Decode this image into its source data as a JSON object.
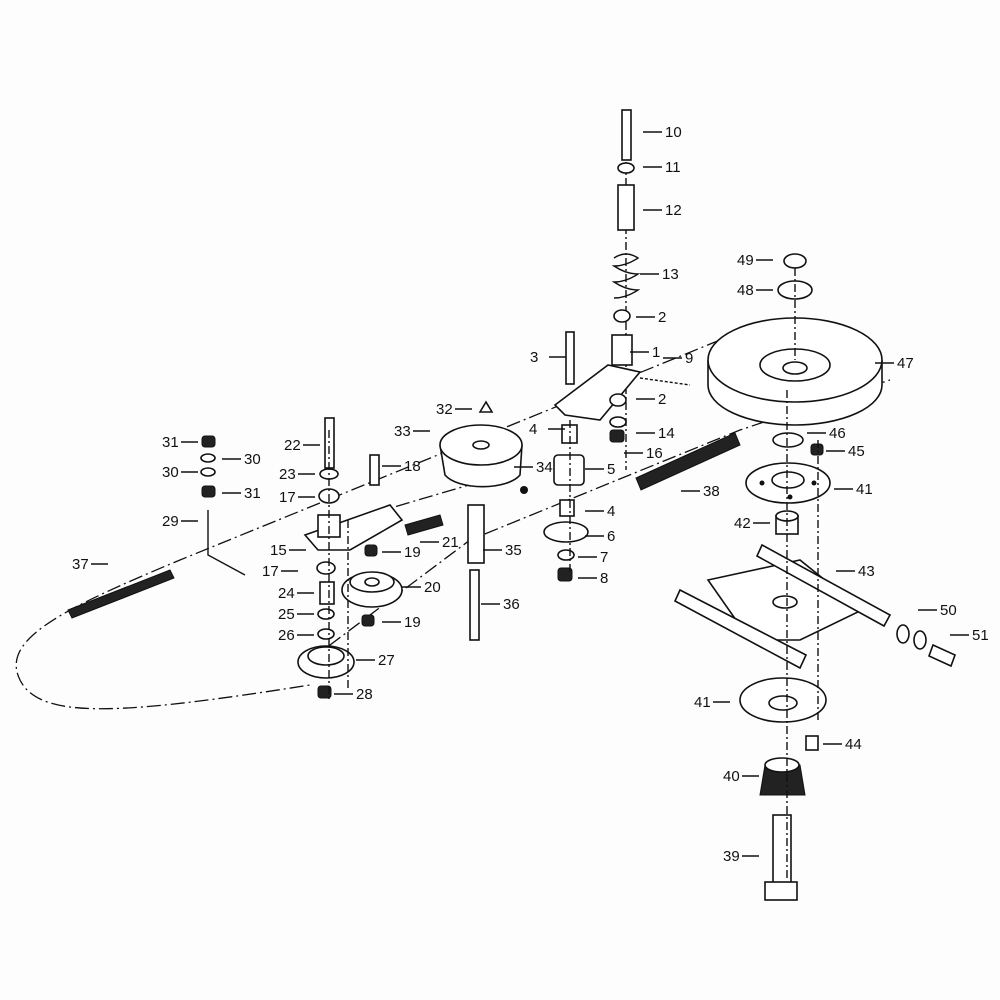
{
  "diagram": {
    "type": "exploded parts diagram",
    "part_labels": [
      "10",
      "11",
      "12",
      "13",
      "2",
      "1",
      "3",
      "9",
      "32",
      "33",
      "2",
      "4",
      "14",
      "16",
      "5",
      "34",
      "22",
      "23",
      "17",
      "18",
      "31",
      "30",
      "30",
      "31",
      "29",
      "15",
      "19",
      "21",
      "35",
      "4",
      "6",
      "7",
      "8",
      "37",
      "17",
      "20",
      "24",
      "25",
      "26",
      "19",
      "36",
      "27",
      "28",
      "38",
      "49",
      "48",
      "47",
      "46",
      "45",
      "41",
      "42",
      "43",
      "50",
      "51",
      "41",
      "44",
      "40",
      "39"
    ]
  }
}
